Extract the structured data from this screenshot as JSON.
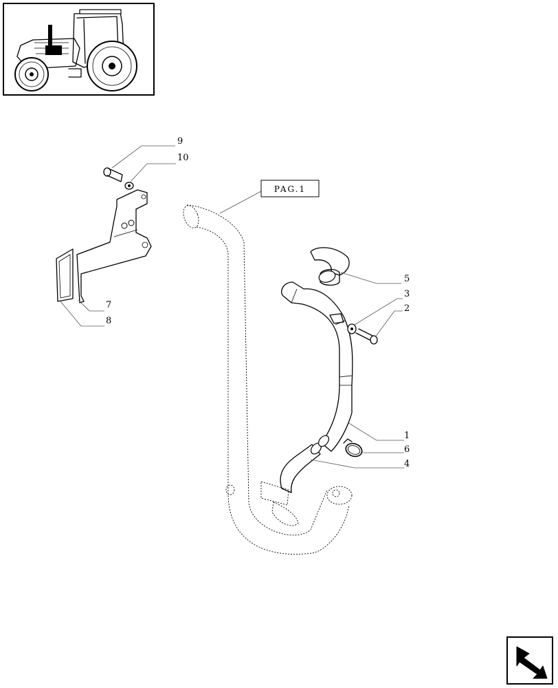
{
  "reference_box": {
    "label": "PAG.1"
  },
  "callouts": [
    {
      "id": "9",
      "label": "9"
    },
    {
      "id": "10",
      "label": "10"
    },
    {
      "id": "5",
      "label": "5"
    },
    {
      "id": "3",
      "label": "3"
    },
    {
      "id": "2",
      "label": "2"
    },
    {
      "id": "7",
      "label": "7"
    },
    {
      "id": "8",
      "label": "8"
    },
    {
      "id": "1",
      "label": "1"
    },
    {
      "id": "6",
      "label": "6"
    },
    {
      "id": "4",
      "label": "4"
    }
  ],
  "icons": {
    "thumbnail": "tractor-icon",
    "navigation": "next-page-arrow-icon"
  }
}
